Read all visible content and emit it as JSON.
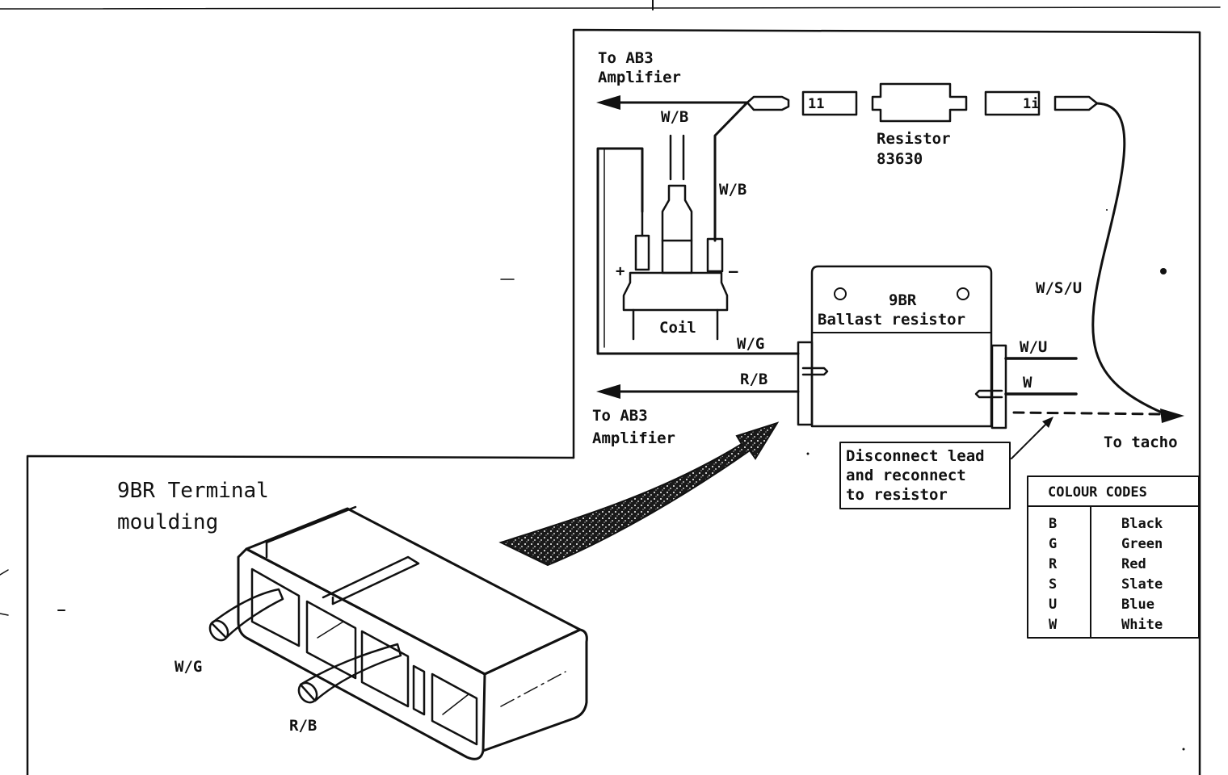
{
  "labels": {
    "to_ab3_top_line1": "To AB3",
    "to_ab3_top_line2": "Amplifier",
    "wire_wb_top": "W/B",
    "wire_wb_coil": "W/B",
    "resistor_line1": "Resistor",
    "resistor_line2": "83630",
    "coil_plus": "+",
    "coil_minus": "–",
    "coil_name": "Coil",
    "ballast_line1": "9BR",
    "ballast_line2": "Ballast resistor",
    "wire_wg": "W/G",
    "wire_rb": "R/B",
    "wire_wu": "W/U",
    "wire_w": "W",
    "wire_wsu": "W/S/U",
    "to_tacho": "To tacho",
    "to_ab3_bottom_line1": "To AB3",
    "to_ab3_bottom_line2": "Amplifier",
    "note_line1": "Disconnect lead",
    "note_line2": "and reconnect",
    "note_line3": "to resistor",
    "moulding_title_line1": "9BR Terminal",
    "moulding_title_line2": "moulding",
    "moulding_wg": "W/G",
    "moulding_rb": "R/B",
    "inset_resistor_left": "11",
    "inset_resistor_right": "1i"
  },
  "colour_codes": {
    "header": "COLOUR CODES",
    "rows": [
      {
        "code": "B",
        "name": "Black"
      },
      {
        "code": "G",
        "name": "Green"
      },
      {
        "code": "R",
        "name": "Red"
      },
      {
        "code": "S",
        "name": "Slate"
      },
      {
        "code": "U",
        "name": "Blue"
      },
      {
        "code": "W",
        "name": "White"
      }
    ]
  }
}
